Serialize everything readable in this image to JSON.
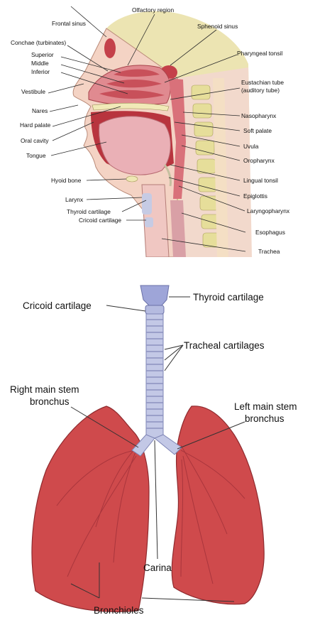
{
  "upper_figure": {
    "labels": {
      "frontal_sinus": "Frontal sinus",
      "olfactory_region": "Olfactory region",
      "sphenoid_sinus": "Sphenoid sinus",
      "conchae": "Conchae (turbinates)",
      "superior": "Superior",
      "middle": "Middle",
      "inferior": "Inferior",
      "pharyngeal_tonsil": "Pharyngeal tonsil",
      "vestibule": "Vestibule",
      "eustachian_tube": "Eustachian tube",
      "auditory_tube": "(auditory tube)",
      "nares": "Nares",
      "nasopharynx": "Nasopharynx",
      "hard_palate": "Hard palate",
      "soft_palate": "Soft palate",
      "oral_cavity": "Oral cavity",
      "uvula": "Uvula",
      "tongue": "Tongue",
      "oropharynx": "Oropharynx",
      "hyoid_bone": "Hyoid bone",
      "lingual_tonsil": "Lingual tonsil",
      "epiglottis": "Epiglottis",
      "larynx": "Larynx",
      "laryngopharynx": "Laryngopharynx",
      "thyroid_cartilage": "Thyroid cartilage",
      "cricoid_cartilage": "Cricoid cartilage",
      "esophagus": "Esophagus",
      "trachea": "Trachea"
    }
  },
  "lower_figure": {
    "labels": {
      "cricoid_cartilage": "Cricoid cartilage",
      "thyroid_cartilage": "Thyroid cartilage",
      "tracheal_cartilages": "Tracheal cartilages",
      "right_main_stem_bronchus_line1": "Right main stem",
      "right_main_stem_bronchus_line2": "bronchus",
      "left_main_stem_bronchus_line1": "Left main stem",
      "left_main_stem_bronchus_line2": "bronchus",
      "carina": "Carina",
      "bronchioles": "Bronchioles"
    }
  },
  "colors": {
    "skin": "#f3d6c8",
    "mucosa": "#d9707a",
    "bone": "#ebe3a8",
    "vertebra": "#e6de9a",
    "lung": "#d0464a",
    "trachea": "#b9bfe0"
  }
}
